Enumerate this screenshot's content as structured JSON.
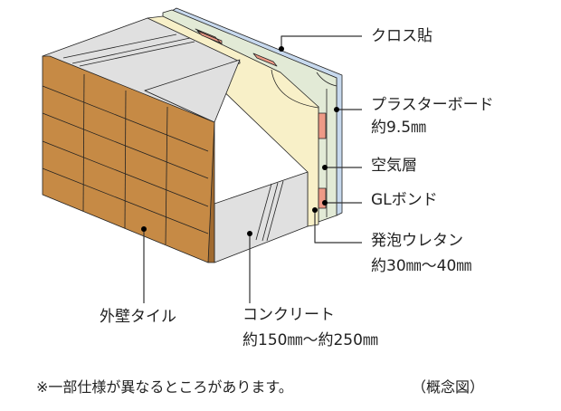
{
  "labels": {
    "cloth": "クロス貼",
    "plasterboard": "プラスターボード",
    "plasterboard_spec": "約9.5㎜",
    "air_layer": "空気層",
    "gl_bond": "GLボンド",
    "urethane": "発泡ウレタン",
    "urethane_spec": "約30㎜～40㎜",
    "tile": "外壁タイル",
    "concrete": "コンクリート",
    "concrete_spec": "約150㎜～約250㎜"
  },
  "footnote": "※一部仕様が異なるところがあります。",
  "caption": "（概念図）",
  "colors": {
    "tile": "#c68a45",
    "concrete": "#e0e0e0",
    "foam": "#f8f0c8",
    "board": "#e2ead6",
    "cloth": "#c7d9ee",
    "bond": "#ee9a86"
  }
}
